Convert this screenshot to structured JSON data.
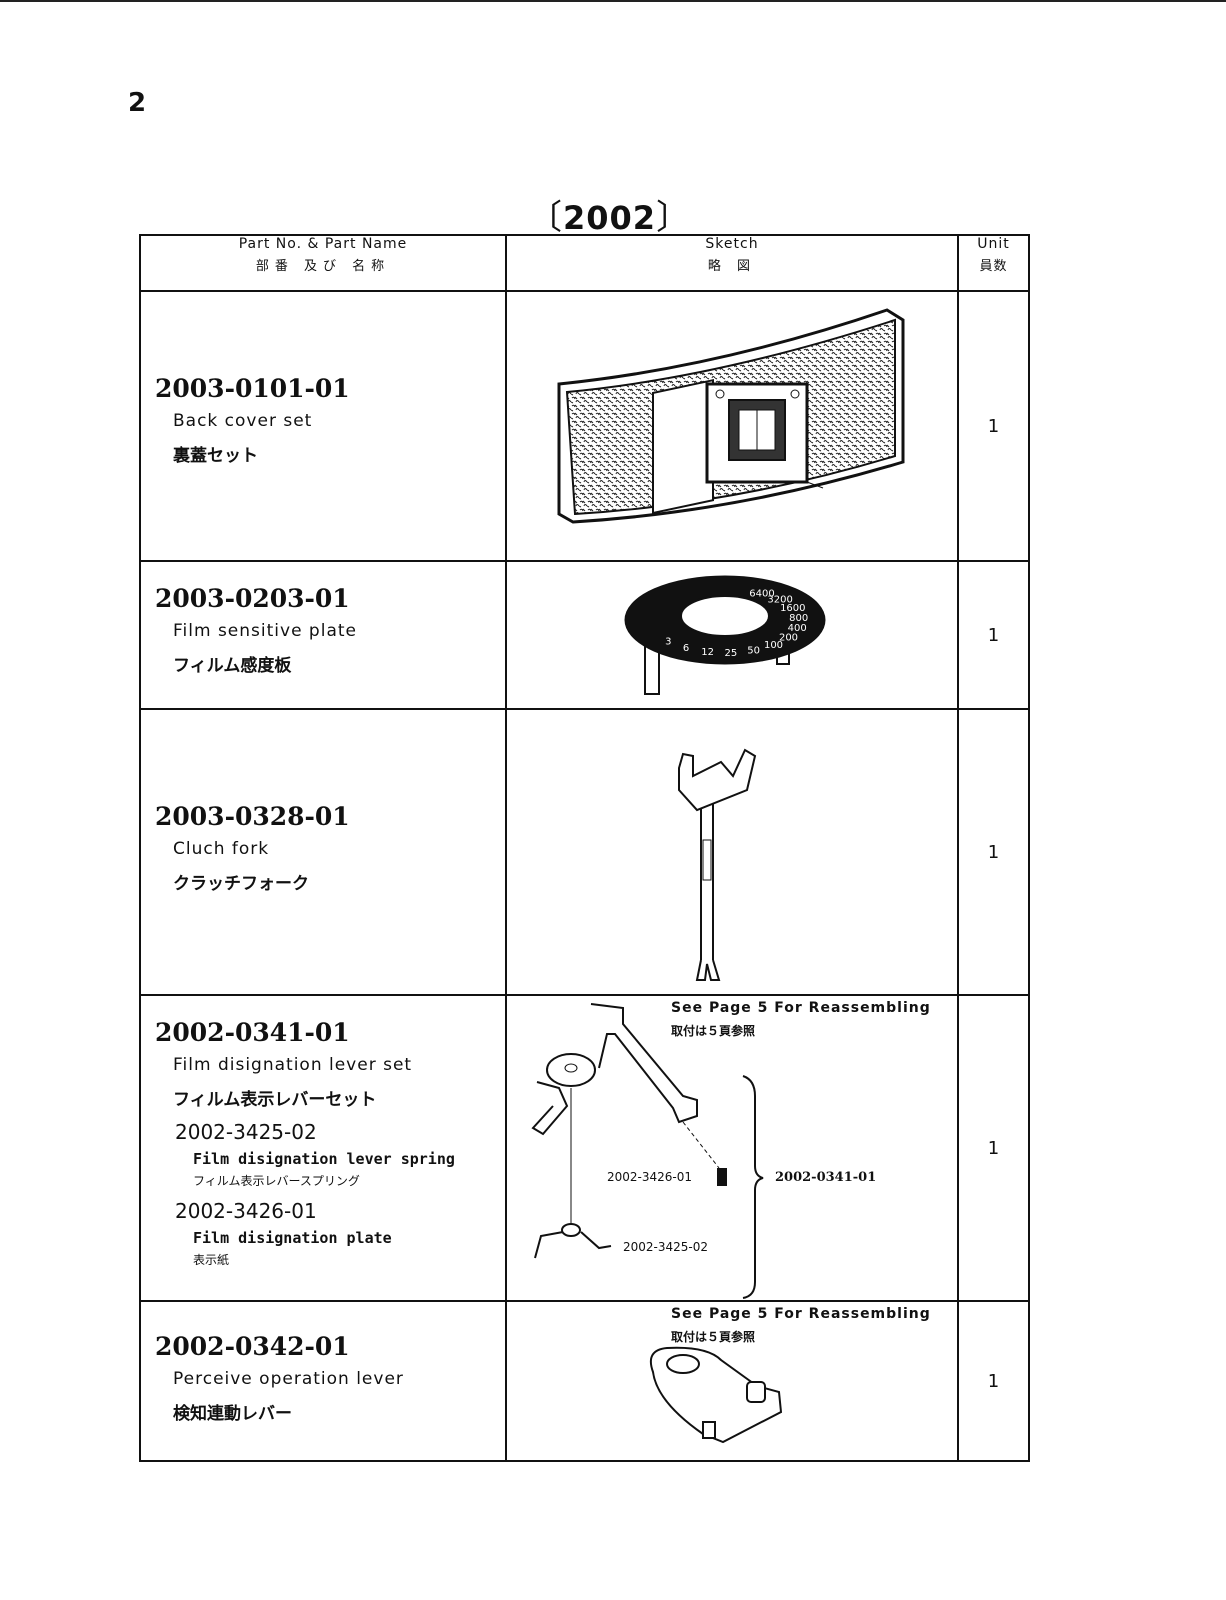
{
  "page": {
    "number": "2",
    "group": "2002"
  },
  "header": {
    "part_en": "Part No. & Part Name",
    "part_jp": "部番 及び 名称",
    "sketch_en": "Sketch",
    "sketch_jp": "略 図",
    "unit_en": "Unit",
    "unit_jp": "員数"
  },
  "rows": [
    {
      "part_no": "2003-0101-01",
      "name_en": "Back cover set",
      "name_jp": "裏蓋セット",
      "unit": "1"
    },
    {
      "part_no": "2003-0203-01",
      "name_en": "Film sensitive plate",
      "name_jp": "フィルム感度板",
      "unit": "1",
      "dial_labels": [
        "6400",
        "3200",
        "1600",
        "800",
        "400",
        "200",
        "100",
        "50",
        "25",
        "12",
        "6",
        "3"
      ]
    },
    {
      "part_no": "2003-0328-01",
      "name_en": "Cluch fork",
      "name_jp": "クラッチフォーク",
      "unit": "1"
    },
    {
      "part_no": "2002-0341-01",
      "name_en": "Film disignation lever set",
      "name_jp": "フィルム表示レバーセット",
      "unit": "1",
      "note_en": "See Page 5 For Reassembling",
      "note_jp": "取付は５頁参照",
      "subparts": [
        {
          "part_no": "2002-3425-02",
          "name_en": "Film disignation lever spring",
          "name_jp": "フィルム表示レバースプリング"
        },
        {
          "part_no": "2002-3426-01",
          "name_en": "Film disignation plate",
          "name_jp": "表示紙"
        }
      ],
      "callouts": {
        "plate": "2002-3426-01",
        "spring": "2002-3425-02",
        "set": "2002-0341-01"
      }
    },
    {
      "part_no": "2002-0342-01",
      "name_en": "Perceive operation lever",
      "name_jp": "検知連動レバー",
      "unit": "1",
      "note_en": "See Page 5 For Reassembling",
      "note_jp": "取付は５頁参照"
    }
  ]
}
